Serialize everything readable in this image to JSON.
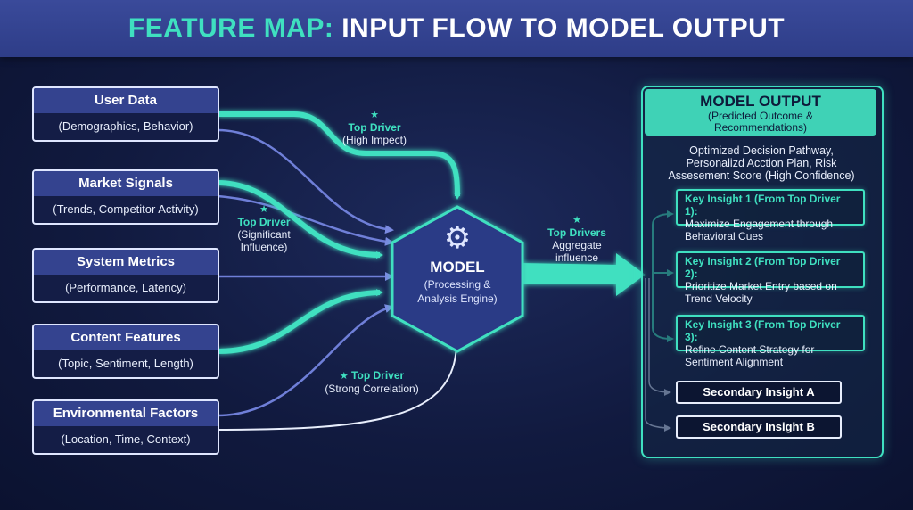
{
  "header": {
    "title_accent": "FEATURE MAP:",
    "title_rest": "INPUT FLOW TO MODEL OUTPUT"
  },
  "inputs": [
    {
      "title": "User Data",
      "subtitle": "(Demographics, Behavior)"
    },
    {
      "title": "Market Signals",
      "subtitle": "(Trends, Competitor Activity)"
    },
    {
      "title": "System Metrics",
      "subtitle": "(Performance, Latency)"
    },
    {
      "title": "Content Features",
      "subtitle": "(Topic, Sentiment, Length)"
    },
    {
      "title": "Environmental Factors",
      "subtitle": "(Location, Time, Context)"
    }
  ],
  "model": {
    "icon": "gear-icon",
    "title": "MODEL",
    "subtitle_line1": "(Processing &",
    "subtitle_line2": "Analysis Engine)"
  },
  "flow_labels": {
    "user_data": {
      "star": "★",
      "driver": "Top Driver",
      "note": "(High Impect)"
    },
    "market_signals": {
      "star": "★",
      "driver": "Top Driver",
      "note_line1": "(Significant",
      "note_line2": "Influence)"
    },
    "env_factors": {
      "star": "★",
      "driver": "Top Driver",
      "note": "(Strong Correlation)"
    },
    "aggregate": {
      "star": "★",
      "driver": "Top Drivers",
      "note_line1": "Aggregate",
      "note_line2": "influence"
    }
  },
  "output": {
    "title": "MODEL OUTPUT",
    "subtitle_line1": "(Predicted Outcome &",
    "subtitle_line2": "Recommendations)",
    "summary_line1": "Optimized Decision Pathway,",
    "summary_line2": "Personalizd Acction Plan, Risk",
    "summary_line3": "Assesement Score (High Confidence)",
    "key_insights": [
      {
        "title": "Key Insight 1 (From Top Driver 1):",
        "line1": "Maximize Engagement through",
        "line2": "Behavioral Cues"
      },
      {
        "title": "Key Insight 2 (From Top Driver 2):",
        "line1": "Prioritize Market Entry based on",
        "line2": "Trend Velocity"
      },
      {
        "title": "Key Insight 3 (From Top Driver 3):",
        "line1": "Refine Content Strategy for",
        "line2": "Sentiment Alignment"
      }
    ],
    "secondary": [
      "Secondary Insight A",
      "Secondary Insight B"
    ]
  },
  "colors": {
    "accent": "#3fe0c0",
    "card_header": "#34438f",
    "secondary_flow": "#6f7fd8",
    "background": "#111a3f"
  }
}
